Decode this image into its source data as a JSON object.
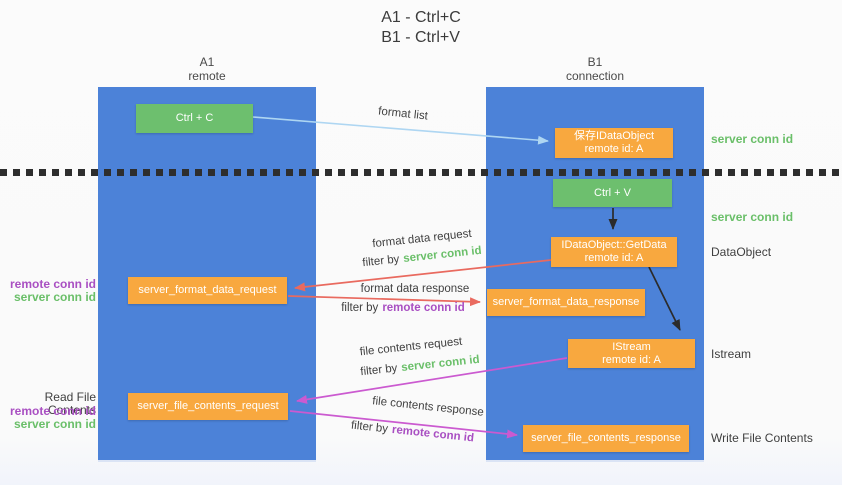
{
  "title": {
    "line1": "A1 - Ctrl+C",
    "line2": "B1 - Ctrl+V"
  },
  "lanes": {
    "a": {
      "id": "A1",
      "name": "remote"
    },
    "b": {
      "id": "B1",
      "name": "connection"
    }
  },
  "boxes": {
    "ctrl_c": "Ctrl + C",
    "ctrl_v": "Ctrl + V",
    "save_idataobject": {
      "line1": "保存IDataObject",
      "line2": "remote id: A"
    },
    "getdata": {
      "line1": "IDataObject::GetData",
      "line2": "remote id: A"
    },
    "istream": {
      "line1": "IStream",
      "line2": "remote id: A"
    },
    "format_request": "server_format_data_request",
    "format_response": "server_format_data_response",
    "file_request": "server_file_contents_request",
    "file_response": "server_file_contents_response"
  },
  "arrow_labels": {
    "format_list": "format list",
    "format_data_request": "format data request",
    "format_data_response": "format data response",
    "file_contents_request": "file contents request",
    "file_contents_response": "file contents response",
    "filter_by": "filter by"
  },
  "conn_labels": {
    "server_conn_id": "server conn id",
    "remote_conn_id": "remote conn id"
  },
  "side_labels": {
    "data_object": "DataObject",
    "istream": "Istream",
    "read_file_contents": "Read File Contents",
    "write_file_contents": "Write File Contents"
  },
  "colors": {
    "lane_blue": "#4c82d8",
    "box_green": "#6dbf6e",
    "box_orange": "#f8a83f",
    "arrow_red": "#e96a5f",
    "arrow_magenta": "#cb5ad0",
    "arrow_lightblue": "#aed6f2",
    "arrow_black": "#2b2b2b",
    "text_green": "#6abf69",
    "text_purple": "#a94fc2"
  }
}
